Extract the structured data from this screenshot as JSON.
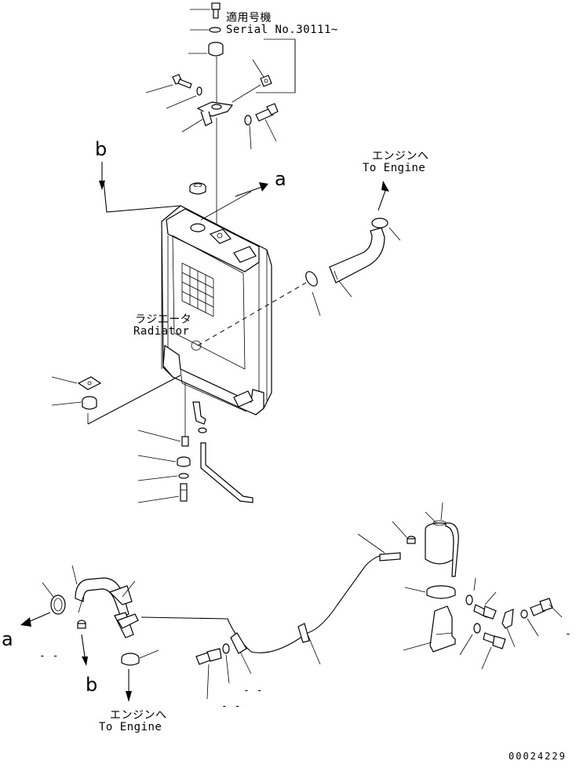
{
  "labels": {
    "serial_jp": "適用号機",
    "serial_en": "Serial No.30111~",
    "radiator_jp": "ラジエータ",
    "radiator_en": "Radiator",
    "to_engine_top_jp": "エンジンへ",
    "to_engine_top_en": "To Engine",
    "to_engine_bottom_jp": "エンジンへ",
    "to_engine_bottom_en": "To Engine",
    "ref_a_top": "a",
    "ref_b_top": "b",
    "ref_a_bottom": "a",
    "ref_b_bottom": "b",
    "dash_1": "- -",
    "dash_2": "- -",
    "dash_3": "-",
    "dash_4": "- -",
    "drawing_number": "00024229"
  }
}
